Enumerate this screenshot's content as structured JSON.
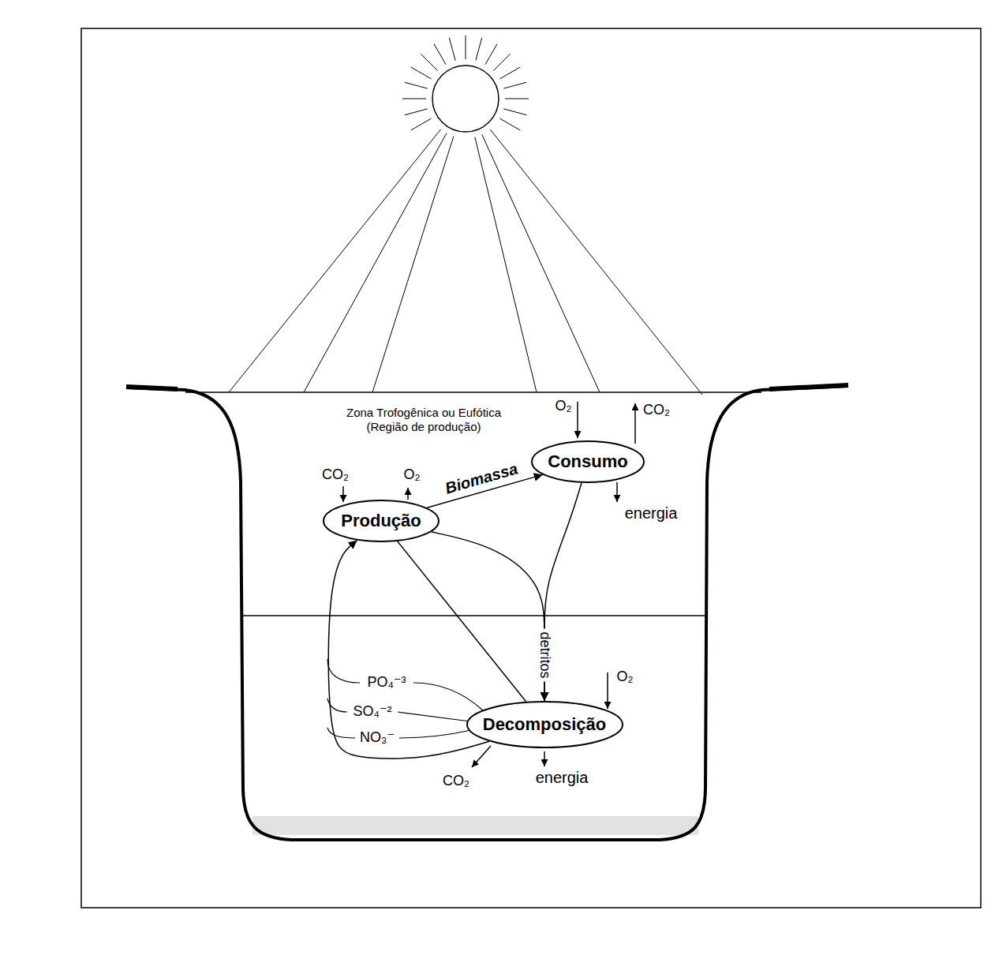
{
  "diagram": {
    "nodes": [
      {
        "text": [
          "Produção"
        ]
      },
      {
        "text": [
          "Consumo"
        ]
      },
      {
        "text": [
          "Decomposição"
        ]
      }
    ],
    "edges": [
      {
        "from": 0,
        "to": 1,
        "arrow": "to",
        "label": "Biomassa"
      },
      {
        "from": 0,
        "to": 2,
        "arrow": "to",
        "label": "detritos"
      },
      {
        "from": 1,
        "to": 2,
        "arrow": "to"
      },
      {
        "from": 0,
        "to": 2,
        "arrow": "none"
      },
      {
        "from": 2,
        "to": 0,
        "arrow": "to"
      }
    ],
    "labels": [
      "Zona Trofogênica ou Eufótica (Região de produção)",
      "CO₂",
      "O₂",
      "O₂",
      "CO₂",
      "energia",
      "PO₄⁻³",
      "SO₄⁻²",
      "NO₃⁻",
      "O₂",
      "CO₂",
      "energia"
    ]
  }
}
